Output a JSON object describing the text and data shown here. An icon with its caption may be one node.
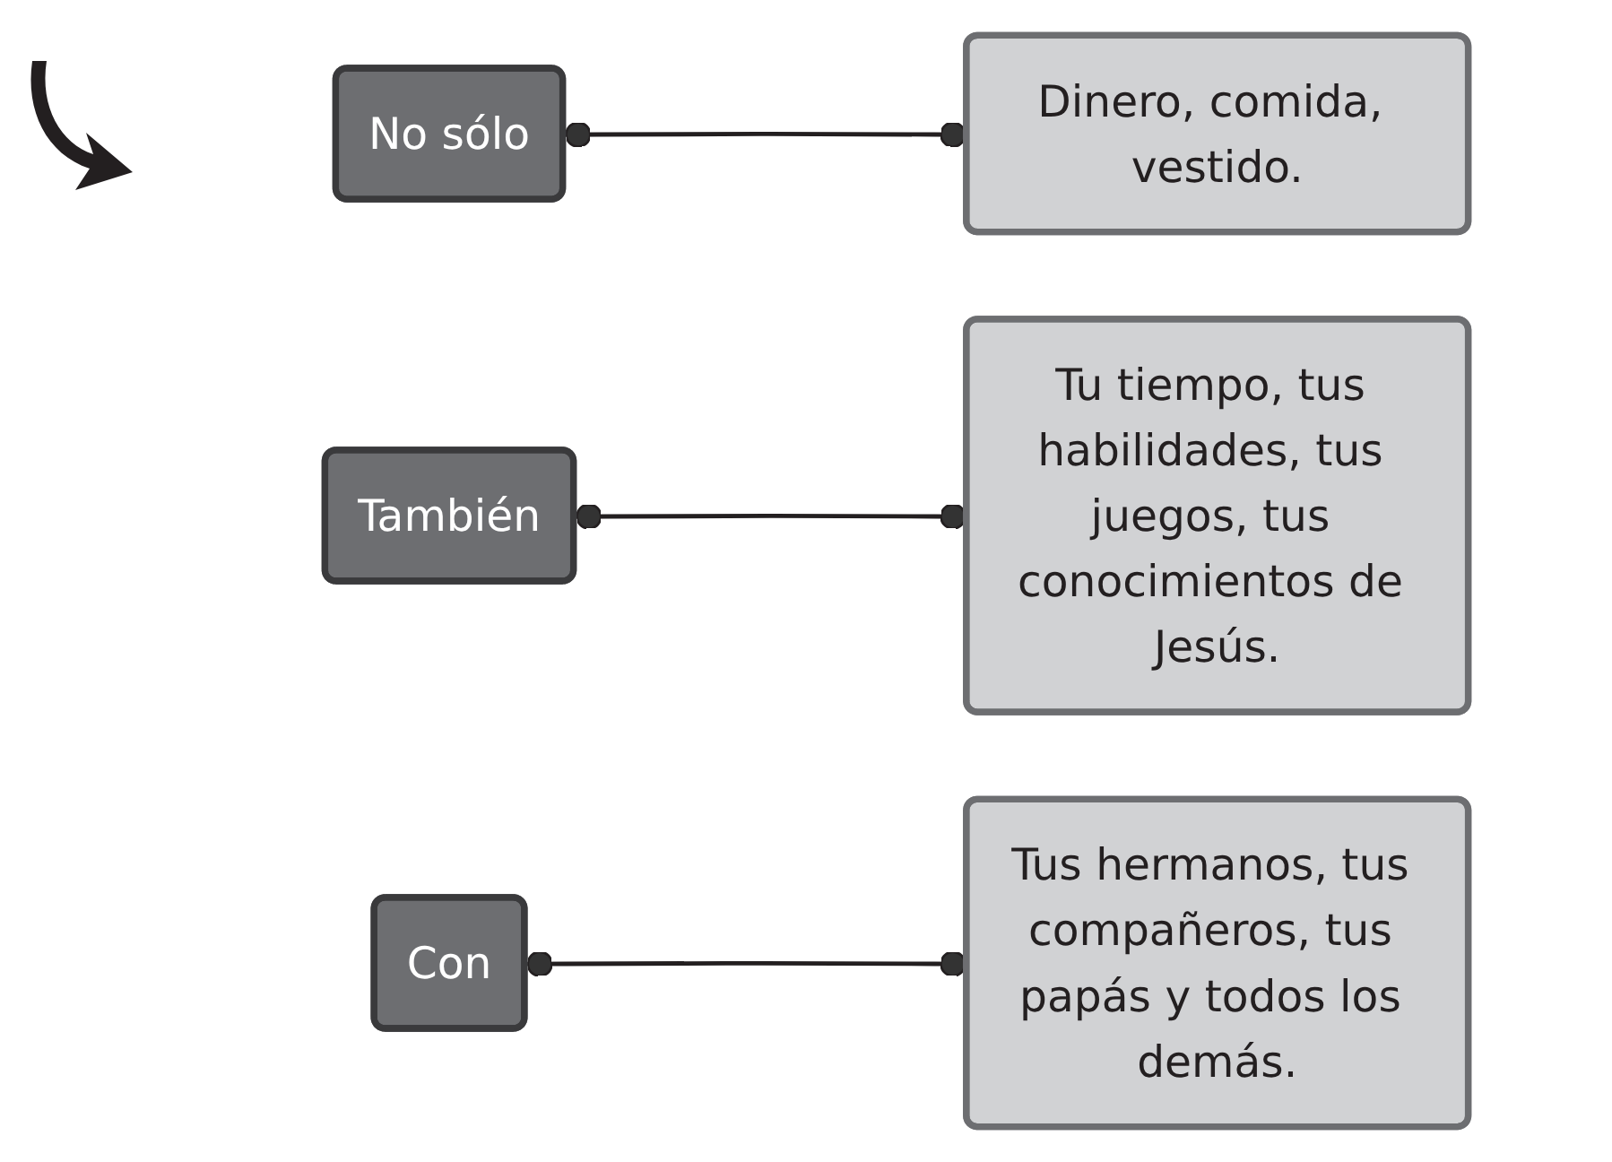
{
  "diagram": {
    "nodes": [
      {
        "text": [
          "No sólo"
        ]
      },
      {
        "text": [
          "También"
        ]
      },
      {
        "text": [
          "Con"
        ]
      },
      {
        "text": [
          "Tus hermanos, tus compañeros, tus papás y todos los demás."
        ]
      },
      {
        "text": [
          "Dinero, comida, vestido."
        ]
      },
      {
        "text": [
          "Tu tiempo, tus habilidades, tus juegos, tus conocimientos de Jesús."
        ]
      }
    ],
    "edges": [
      {
        "from": 0,
        "to": 4,
        "arrow": "other"
      },
      {
        "from": 1,
        "to": 5,
        "arrow": "other"
      },
      {
        "from": 2,
        "to": 3,
        "arrow": "other"
      }
    ]
  }
}
